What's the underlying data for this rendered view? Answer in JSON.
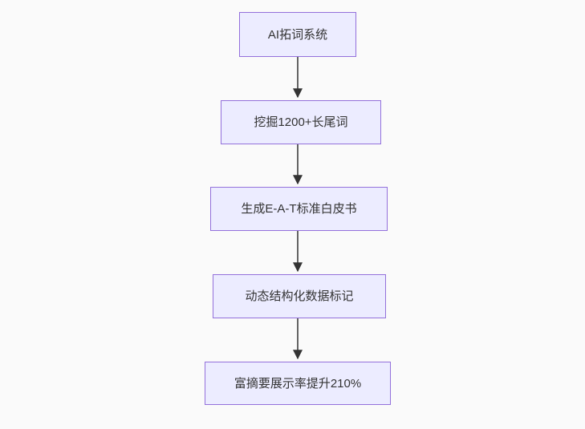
{
  "page": {
    "background_color": "#fafafa"
  },
  "chart_data": {
    "type": "flowchart",
    "direction": "top-down",
    "nodes": [
      {
        "label": "AI拓词系统"
      },
      {
        "label": "挖掘1200+长尾词"
      },
      {
        "label": "生成E-A-T标准白皮书"
      },
      {
        "label": "动态结构化数据标记"
      },
      {
        "label": "富摘要展示率提升210%"
      }
    ],
    "edges": [
      {
        "from": 0,
        "to": 1
      },
      {
        "from": 1,
        "to": 2
      },
      {
        "from": 2,
        "to": 3
      },
      {
        "from": 3,
        "to": 4
      }
    ],
    "style": {
      "node_fill": "#ECECFF",
      "node_border": "#9370DB",
      "edge_color": "#333333",
      "text_color": "#333333"
    }
  },
  "flowchart": {
    "nodes": [
      {
        "label": "AI拓词系统"
      },
      {
        "label": "挖掘1200+长尾词"
      },
      {
        "label": "生成E-A-T标准白皮书"
      },
      {
        "label": "动态结构化数据标记"
      },
      {
        "label": "富摘要展示率提升210%"
      }
    ]
  }
}
